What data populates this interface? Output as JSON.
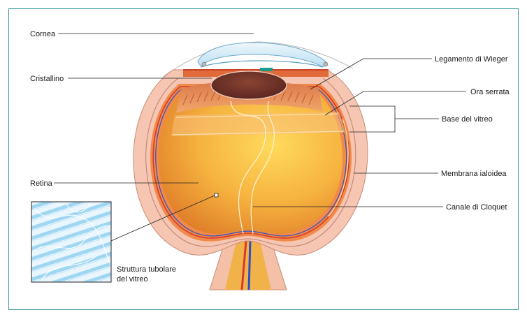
{
  "labels": {
    "cornea": "Cornea",
    "cristallino": "Cristallino",
    "retina": "Retina",
    "struttura_line1": "Struttura tubolare",
    "struttura_line2": "del vitreo",
    "legamento": "Legamento di Wieger",
    "ora_serrata": "Ora serrata",
    "base_vitreo": "Base del vitreo",
    "membrana": "Membrana ialoidea",
    "canale": "Canale di Cloquet"
  },
  "colors": {
    "frame": "#3a9a9a",
    "sclera": "#f6c6b3",
    "vitreous_center": "#ffd75a",
    "vitreous_edge": "#e98a2e",
    "lens": "#7a3a2e",
    "cornea": "#cfe9f6",
    "inset_blue": "#8fd0f0"
  }
}
